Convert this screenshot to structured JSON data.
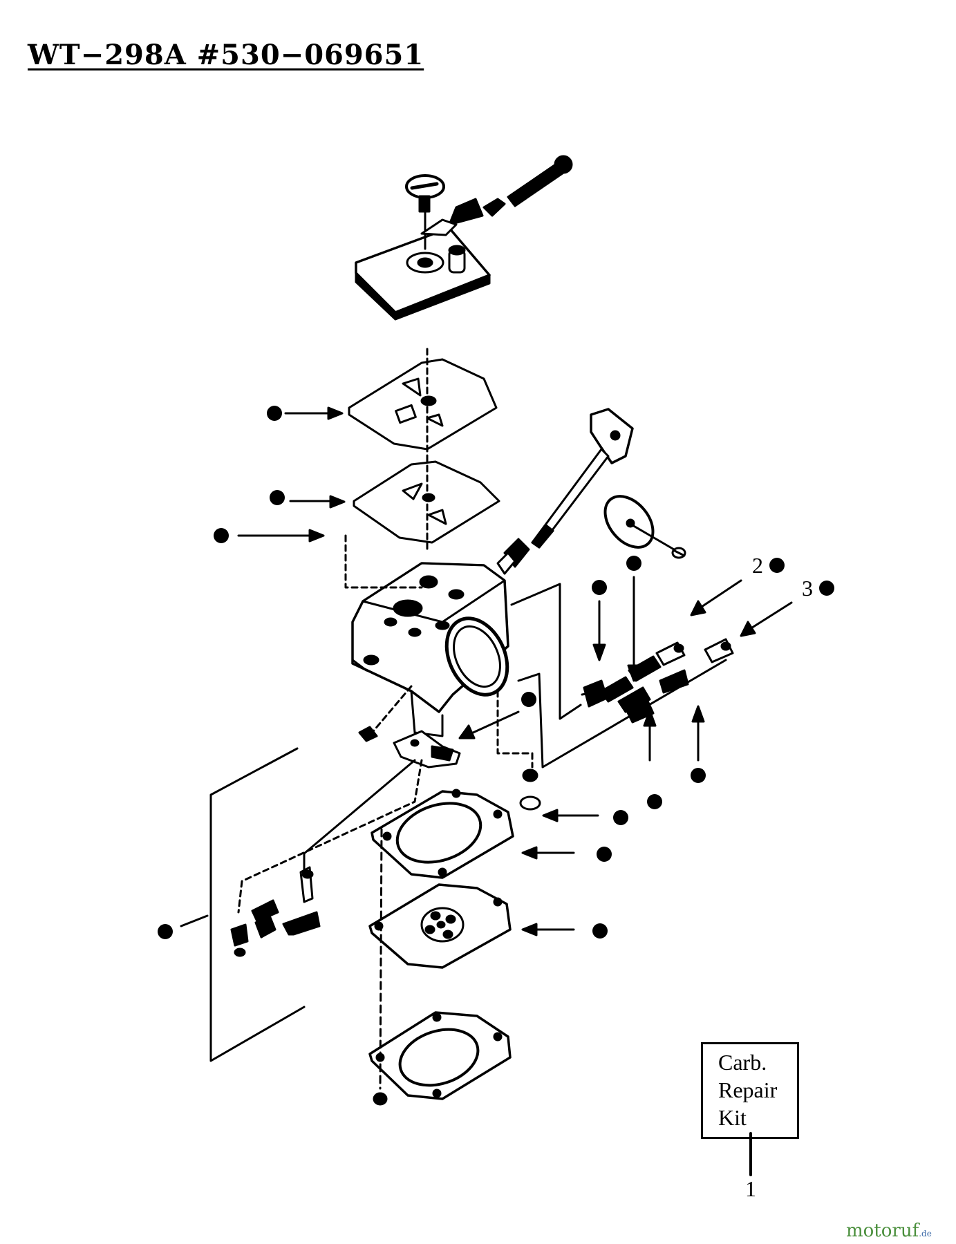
{
  "title": "WT−298A #530−069651",
  "kit": {
    "line1": "Carb.",
    "line2": "Repair",
    "line3": "Kit",
    "ref_number": "1"
  },
  "callouts": {
    "label_2": "2",
    "label_3": "3"
  },
  "watermark": {
    "brand": "motoruf",
    "tld": ".de"
  }
}
